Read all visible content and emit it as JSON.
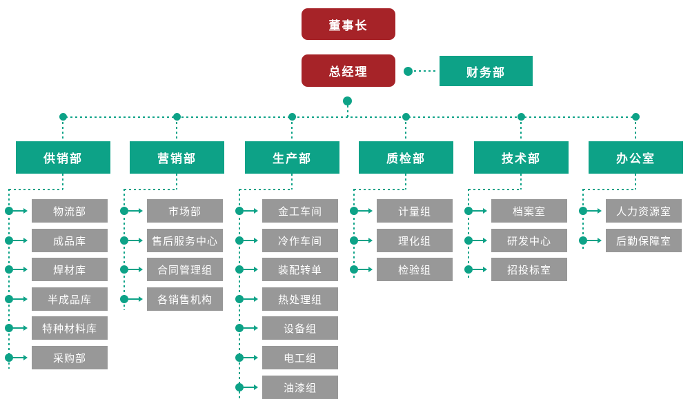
{
  "org": {
    "chairman": "董事长",
    "general_manager": "总经理",
    "finance": "财务部",
    "columns": [
      {
        "label": "供销部",
        "items": [
          "物流部",
          "成品库",
          "焊材库",
          "半成品库",
          "特种材料库",
          "采购部"
        ]
      },
      {
        "label": "营销部",
        "items": [
          "市场部",
          "售后服务中心",
          "合同管理组",
          "各销售机构"
        ]
      },
      {
        "label": "生产部",
        "items": [
          "金工车间",
          "冷作车间",
          "装配转单",
          "热处理组",
          "设备组",
          "电工组",
          "油漆组"
        ]
      },
      {
        "label": "质检部",
        "items": [
          "计量组",
          "理化组",
          "检验组"
        ]
      },
      {
        "label": "技术部",
        "items": [
          "档案室",
          "研发中心",
          "招投标室"
        ]
      },
      {
        "label": "办公室",
        "items": [
          "人力资源室",
          "后勤保障室"
        ]
      }
    ],
    "colors": {
      "red": "#A62328",
      "teal": "#0DA287",
      "gray": "#989898"
    }
  }
}
